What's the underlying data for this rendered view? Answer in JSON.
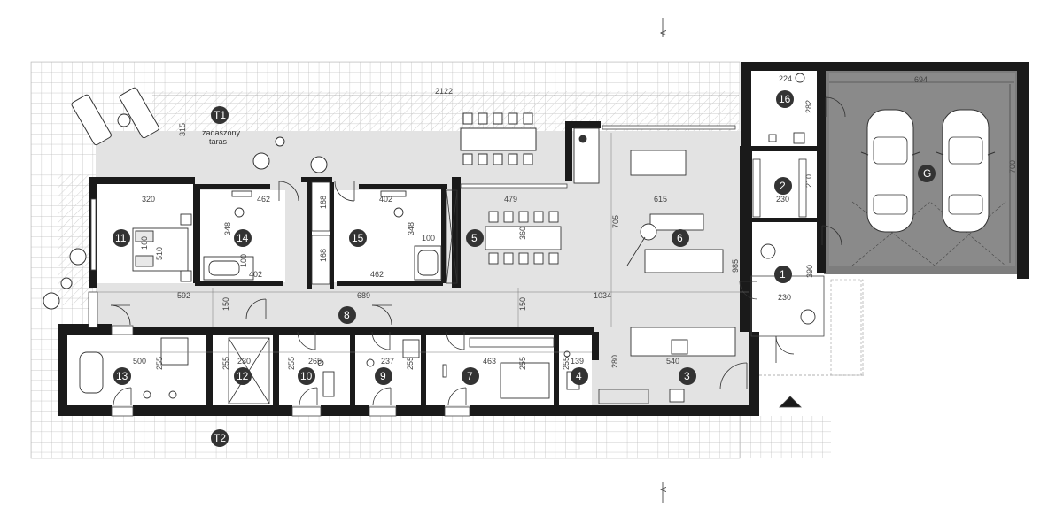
{
  "section_marks": [
    "A",
    "A"
  ],
  "terrace": {
    "top_label": "T1",
    "top_caption_1": "zadaszony",
    "top_caption_2": "taras",
    "bottom_label": "T2"
  },
  "garage_label": "G",
  "rooms": [
    "1",
    "2",
    "3",
    "4",
    "5",
    "6",
    "7",
    "8",
    "9",
    "10",
    "11",
    "12",
    "13",
    "14",
    "15",
    "16"
  ],
  "dimensions": {
    "terrace_width": "2122",
    "terrace_depth": "315",
    "garage_width": "694",
    "garage_depth": "700",
    "r16_w": "224",
    "r16_h": "282",
    "r2_w": "230",
    "r2_h": "210",
    "r1_w": "230",
    "r1_h": "390",
    "r6_w": "615",
    "r6_h": "985",
    "r5_w": "479",
    "r5_h": "360",
    "living_depth": "705",
    "r11_w": "320",
    "r11_h": "510",
    "r11_bed": "160",
    "r14_w": "462",
    "r14_h": "348",
    "r14_bath": "100",
    "r14_bath_w": "402",
    "closet_a": "168",
    "closet_b": "168",
    "r15_w": "402",
    "r15_h": "348",
    "r15_bath": "100",
    "r15_w2": "462",
    "hall_w1": "592",
    "hall_w2": "689",
    "hall_w3": "1034",
    "hall_d1": "150",
    "hall_d2": "150",
    "r13_w": "500",
    "r13_h": "255",
    "r12_w": "230",
    "r12_h": "255",
    "r10_w": "265",
    "r10_h": "255",
    "r9_w": "237",
    "r9_h": "255",
    "r7_w": "463",
    "r7_h": "255",
    "r4_w": "139",
    "r4_h": "255",
    "r3_w": "540",
    "r3_h": "280"
  }
}
